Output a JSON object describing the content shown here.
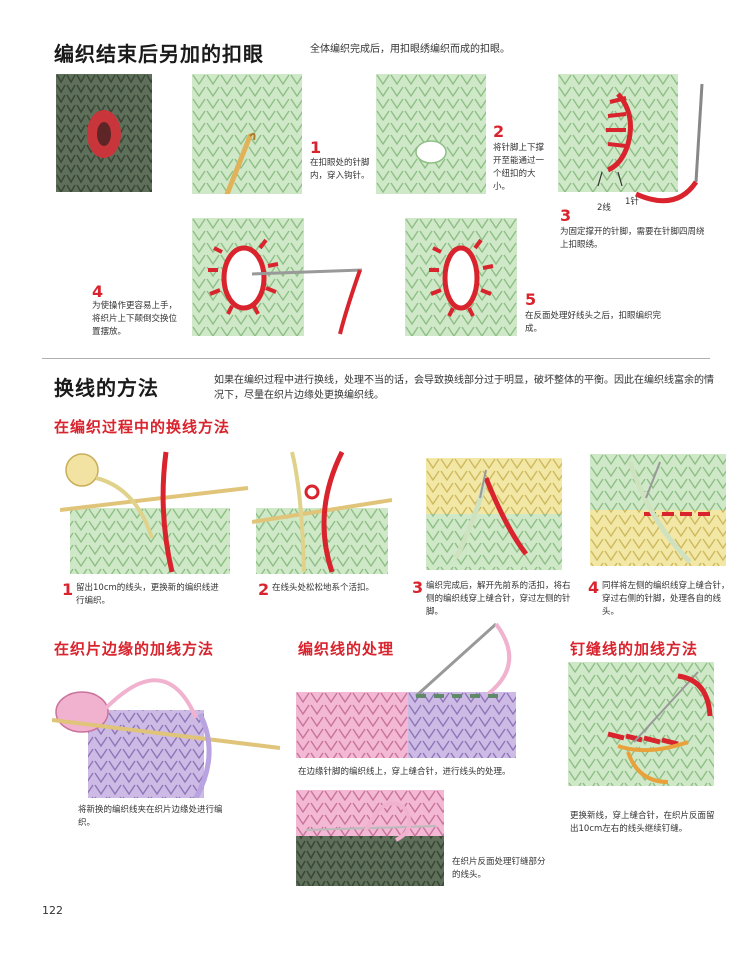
{
  "section1": {
    "title": "编织结束后另加的扣眼",
    "intro": "全体编织完成后，用扣眼绣编织而成的扣眼。",
    "steps": [
      {
        "num": "1",
        "text": "在扣眼处的针脚内，穿入钩针。"
      },
      {
        "num": "2",
        "text": "将针脚上下撑开至能通过一个纽扣的大小。"
      },
      {
        "num": "3",
        "text": "为固定撑开的针脚，需要在针脚四周绕上扣眼绣。"
      },
      {
        "num": "4",
        "text": "为使操作更容易上手，将织片上下颠倒交换位置摆放。"
      },
      {
        "num": "5",
        "text": "在反面处理好线头之后，扣眼编织完成。"
      }
    ],
    "labels": {
      "line2": "2线",
      "needle1": "1针"
    }
  },
  "section2": {
    "title": "换线的方法",
    "intro": "如果在编织过程中进行换线，处理不当的话，会导致换线部分过于明显，破坏整体的平衡。因此在编织线富余的情况下，尽量在织片边缘处更换编织线。",
    "sub1": {
      "title": "在编织过程中的换线方法",
      "steps": [
        {
          "num": "1",
          "text": "留出10cm的线头，更换新的编织线进行编织。"
        },
        {
          "num": "2",
          "text": "在线头处松松地系个活扣。"
        },
        {
          "num": "3",
          "text": "编织完成后，解开先前系的活扣，将右侧的编织线穿上缝合针，穿过左侧的针脚。"
        },
        {
          "num": "4",
          "text": "同样将左侧的编织线穿上缝合针，穿过右侧的针脚，处理各自的线头。"
        }
      ]
    },
    "sub2": {
      "title": "在织片边缘的加线方法",
      "caption": "将新换的编织线夹在织片边缘处进行编织。"
    },
    "sub3": {
      "title": "编织线的处理",
      "caption1": "在边缘针脚的编织线上，穿上缝合针，进行线头的处理。",
      "caption2": "在织片反面处理钉缝部分的线头。"
    },
    "sub4": {
      "title": "钉缝线的加线方法",
      "caption": "更换新线，穿上缝合针，在织片反面留出10cm左右的线头继续钉缝。"
    }
  },
  "page_number": "122",
  "colors": {
    "accent": "#d9232d",
    "knit_green": "#c8e6c2",
    "knit_yellow": "#f3e7a6",
    "knit_purple": "#c9b6e2",
    "knit_pink": "#f2b8d4"
  }
}
